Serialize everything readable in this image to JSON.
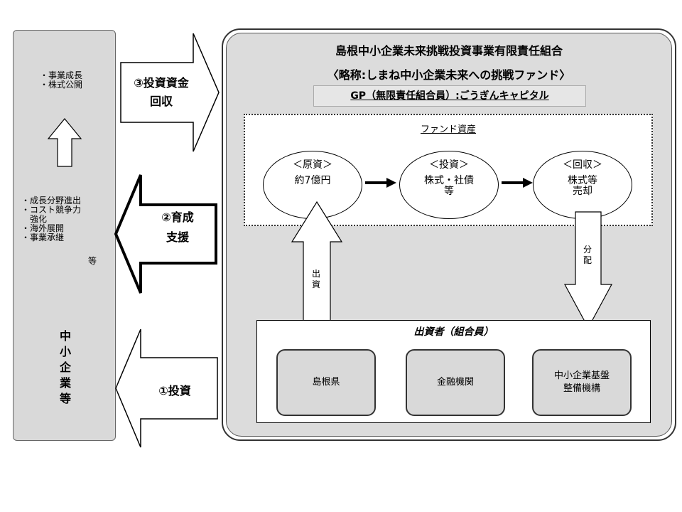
{
  "fund": {
    "title": "島根中小企業未来挑戦投資事業有限責任組合",
    "subtitle": "〈略称:しまね中小企業未来への挑戦ファンド〉",
    "gp": "GP（無限責任組合員）:ごうぎんキャピタル",
    "assets_title": "ファンド資産",
    "steps": [
      {
        "head": "＜原資＞",
        "body": "約7億円"
      },
      {
        "head": "＜投資＞",
        "body": "株式・社債\n等"
      },
      {
        "head": "＜回収＞",
        "body": "株式等\n売却"
      }
    ]
  },
  "investors": {
    "title": "出資者（組合員）",
    "members": [
      "島根県",
      "金融機関",
      "中小企業基盤\n整備機構"
    ]
  },
  "left": {
    "top_bullets": "・事業成長\n・株式公開",
    "mid_bullets": "・成長分野進出\n・コスト競争力\n　強化\n・海外展開\n・事業承継",
    "mid_etc": "等",
    "bottom_label": "中\n小\n企\n業\n等"
  },
  "arrows": {
    "recover": "③投資資金\n回収",
    "support": "②育成\n支援",
    "invest": "①投資",
    "contribute": "出\n資",
    "distribute": "分\n配"
  }
}
